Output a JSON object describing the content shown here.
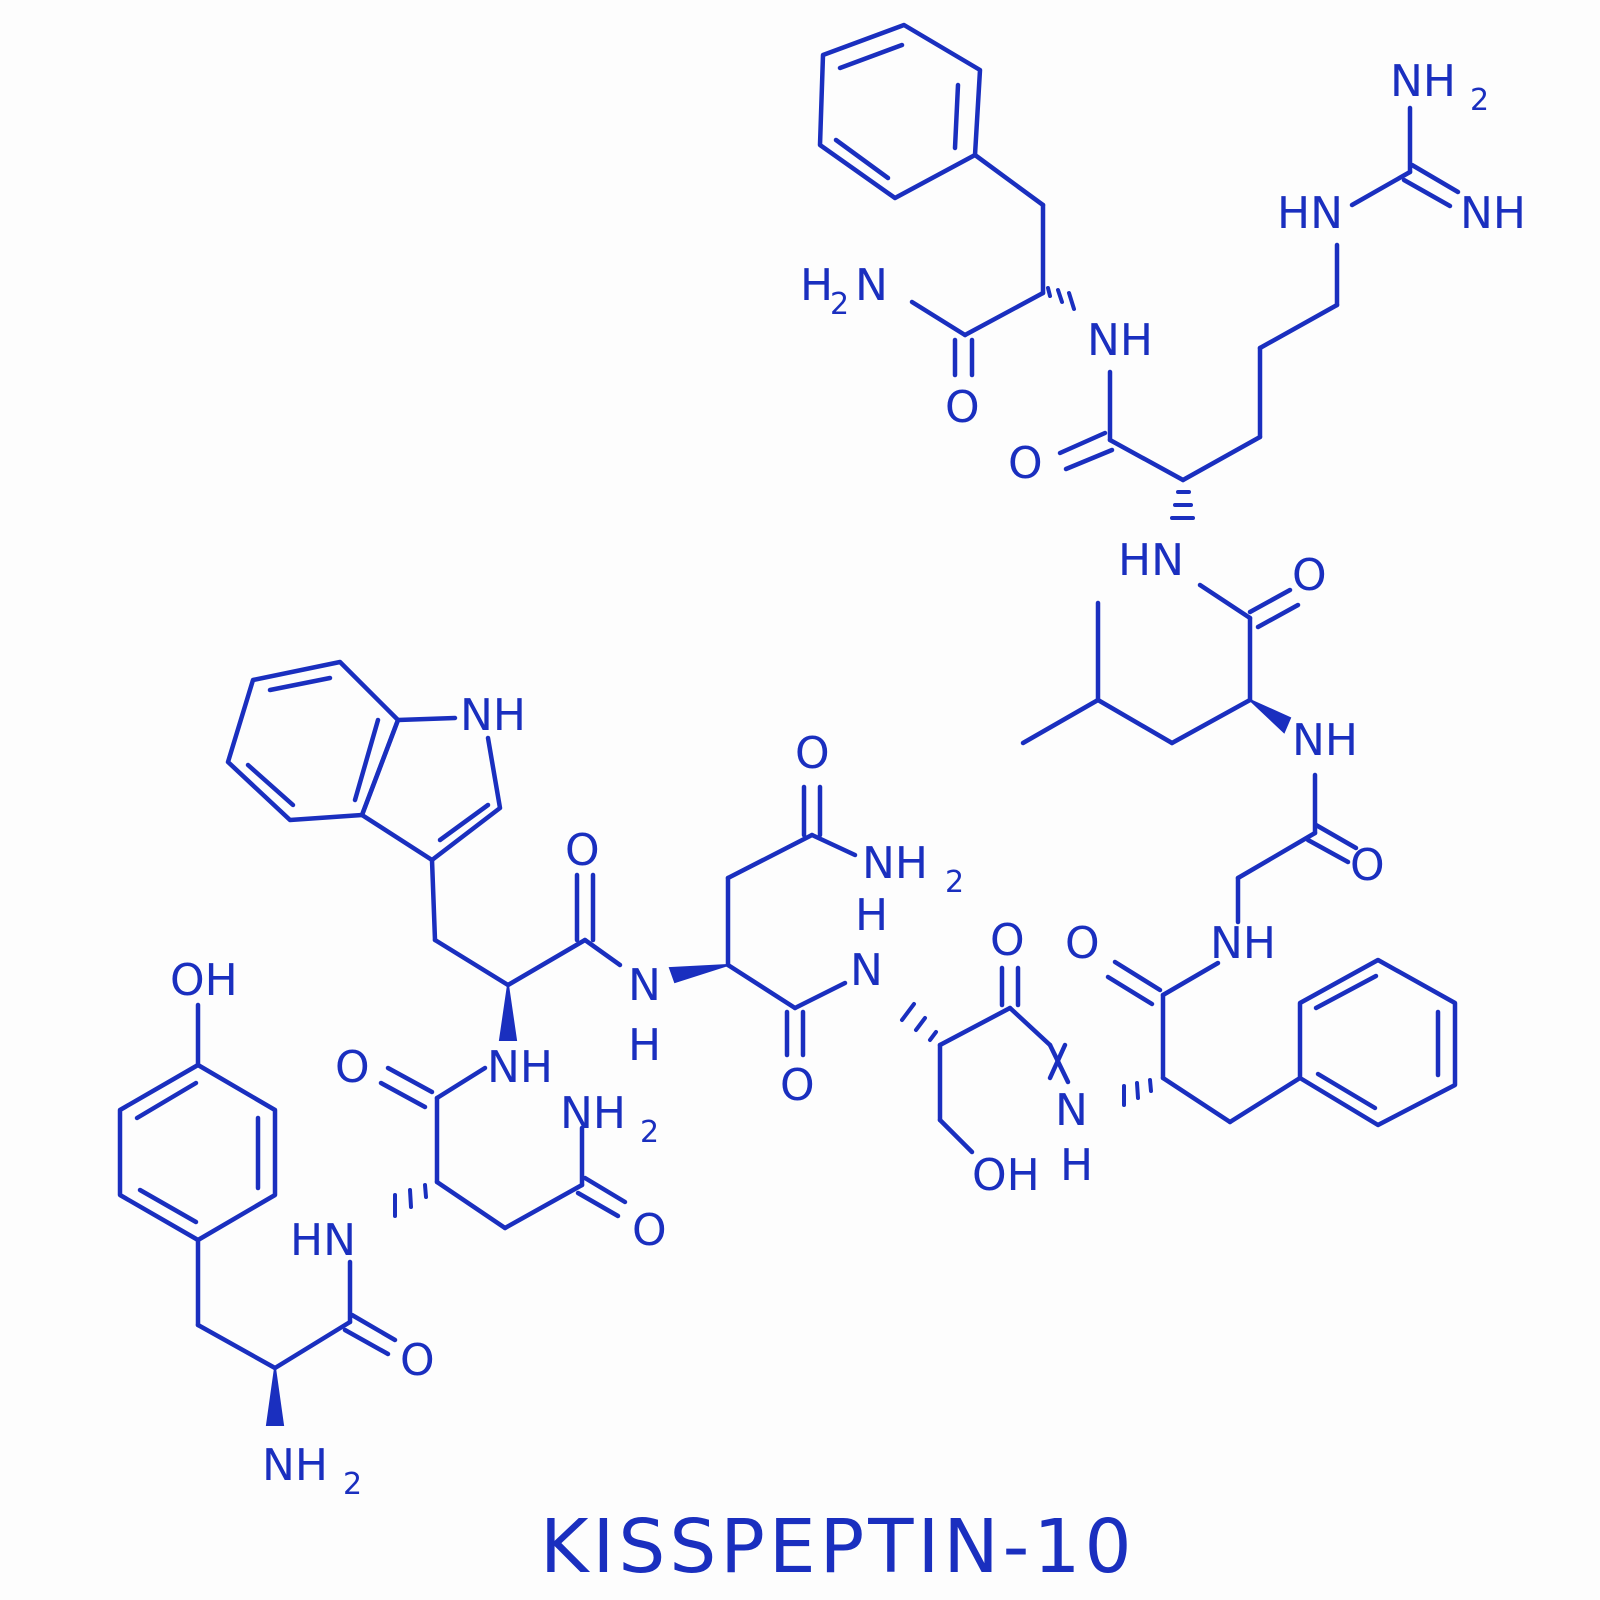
{
  "title": "KISSPEPTIN-10",
  "color": "#1a2fbf",
  "labels": {
    "phe_nh2_h": "H",
    "phe_nh2_n": "N",
    "phe_nh2_sub": "2",
    "phe_o": "O",
    "nh_phe": "NH",
    "arg_o": "O",
    "guan_nh2": "NH",
    "guan_nh2_sub": "2",
    "guan_hn": "HN",
    "guan_nh": "NH",
    "hn_arg": "HN",
    "leu_o": "O",
    "nh_leu": "NH",
    "gly_o": "O",
    "nh_gly": "NH",
    "phe2_o": "O",
    "trp_nh": "NH",
    "trp_o": "O",
    "asn2_o": "O",
    "asn2_nh2": "NH",
    "asn2_nh2_sub": "2",
    "nh_asn2_n": "N",
    "nh_asn2_h": "H",
    "ser_nh_h": "H",
    "ser_nh_n": "N",
    "asn2_co_o": "O",
    "ser_o": "O",
    "ser_oh": "OH",
    "nh_phe2_n": "N",
    "nh_phe2_h": "H",
    "tyr_oh": "OH",
    "asn1_o": "O",
    "nh_trp": "NH",
    "asn1_nh2": "NH",
    "asn1_nh2_sub": "2",
    "hn_asn1": "HN",
    "asn1_side_o": "O",
    "tyr_o": "O",
    "tyr_nh2": "NH",
    "tyr_nh2_sub": "2"
  }
}
